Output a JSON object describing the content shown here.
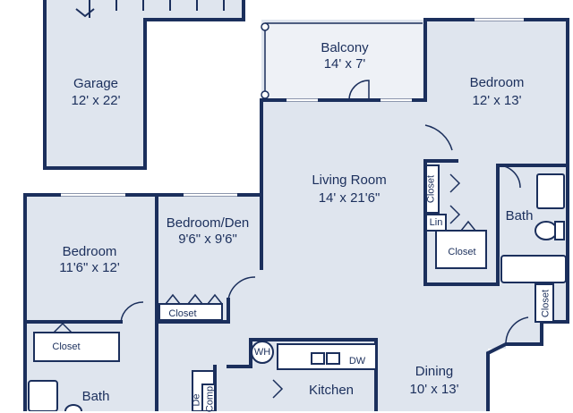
{
  "rooms": {
    "garage": {
      "name": "Garage",
      "dims": "12' x 22'"
    },
    "balcony": {
      "name": "Balcony",
      "dims": "14' x 7'"
    },
    "bedroom_right": {
      "name": "Bedroom",
      "dims": "12' x 13'"
    },
    "living": {
      "name": "Living Room",
      "dims": "14' x 21'6\""
    },
    "bedroom_den": {
      "name": "Bedroom/Den",
      "dims": "9'6\" x 9'6\""
    },
    "bedroom_left": {
      "name": "Bedroom",
      "dims": "11'6\" x 12'"
    },
    "dining": {
      "name": "Dining",
      "dims": "10' x 13'"
    },
    "kitchen": {
      "name": "Kitchen"
    },
    "bath_right": {
      "name": "Bath"
    },
    "bath_left": {
      "name": "Bath"
    }
  },
  "fixtures": {
    "closet": "Closet",
    "linen": "Lin",
    "water_heater": "WH",
    "dishwasher": "DW",
    "computer_desk": "Comp",
    "desk_fragment": "De"
  },
  "colors": {
    "wall": "#1b2f5c",
    "floor": "#dfe5ee",
    "fixture": "#ffffff"
  }
}
